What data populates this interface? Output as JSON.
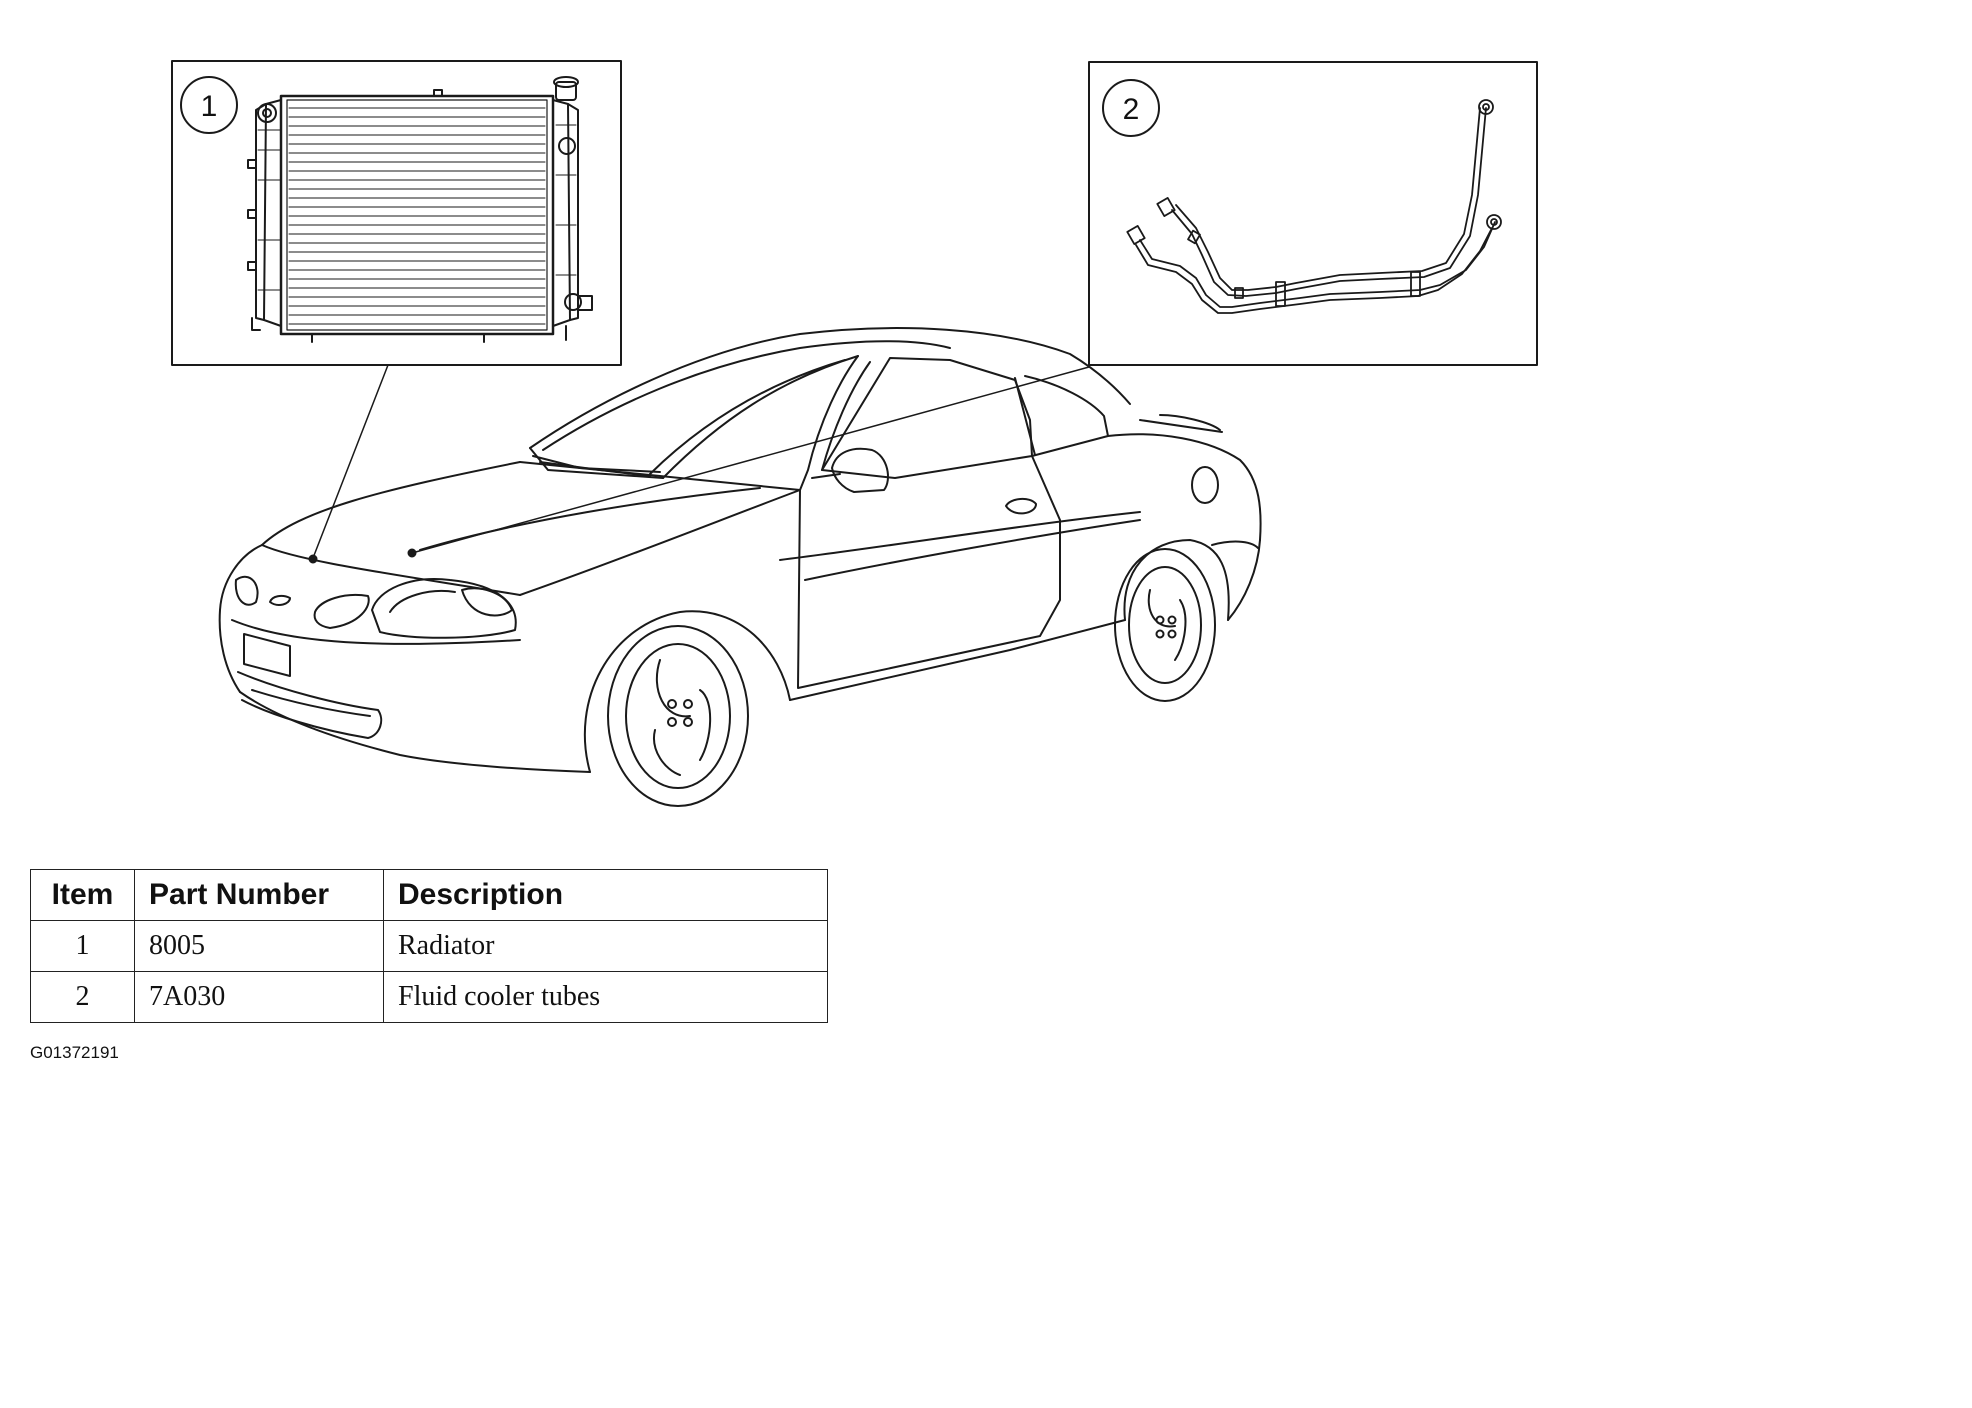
{
  "callouts": [
    {
      "number": "1",
      "part": "radiator"
    },
    {
      "number": "2",
      "part": "fluid-cooler-tubes"
    }
  ],
  "table": {
    "headers": {
      "item": "Item",
      "part_number": "Part Number",
      "description": "Description"
    },
    "rows": [
      {
        "item": "1",
        "part_number": "8005",
        "description": "Radiator"
      },
      {
        "item": "2",
        "part_number": "7A030",
        "description": "Fluid cooler tubes"
      }
    ]
  },
  "figure_id": "G01372191"
}
